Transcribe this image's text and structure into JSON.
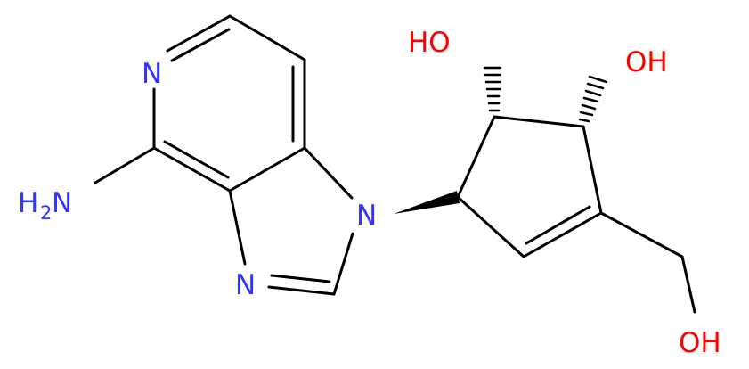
{
  "colors": {
    "bond": "#000000",
    "nitrogen": "#3333ff",
    "oxygen": "#ff0000",
    "background": "#ffffff"
  },
  "atoms": {
    "pyridine_n": "N",
    "imidazole_n_bottom": "N",
    "imidazole_n_glycosidic": "N",
    "amine_main": "H",
    "amine_sub": "2",
    "amine_n": "N",
    "hydroxyl_left": "HO",
    "hydroxyl_right": "OH",
    "hydroxymethyl": "OH"
  }
}
